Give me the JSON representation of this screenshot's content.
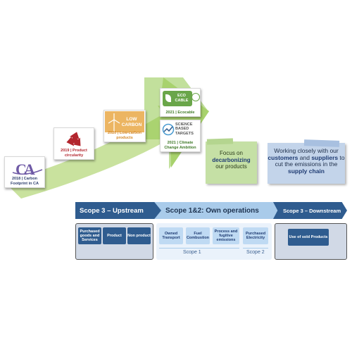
{
  "colors": {
    "arrow_green": "#c9e29e",
    "arrow_bright": "#8fc74b",
    "dark_blue": "#2f5c8f",
    "light_blue": "#a9cbea",
    "ecocable_green": "#6aa64a",
    "circularity_red": "#b3262e",
    "lowcarbon_orange": "#e9a947",
    "ca_purple": "#6f5aa6"
  },
  "milestones": [
    {
      "year": "2018",
      "text": "Carbon Footprint in CA",
      "logo": "ca-logo"
    },
    {
      "year": "2019",
      "text": "Product circularity",
      "logo": "recycle-icon"
    },
    {
      "year": "2020",
      "text": "Low-carbon products",
      "logo": "low-carbon-logo",
      "logo_text": "LOW CARBON"
    },
    {
      "year": "2021",
      "text": "Ecocable",
      "logo": "ecocable-logo",
      "logo_text": "ECO CABLE"
    },
    {
      "year": "2021",
      "text": "Climate Change Ambition",
      "logo": "sbt-logo",
      "logo_text": "SCIENCE BASED TARGETS"
    }
  ],
  "notes": {
    "green": {
      "pre": "Focus on",
      "bold": "decarbonizing",
      "post": "our products"
    },
    "blue": {
      "t1": "Working closely with our ",
      "b1": "customers",
      "t2": " and ",
      "b2": "suppliers",
      "t3": " to cut the emissions in the ",
      "b3": "supply chain"
    }
  },
  "scopes": {
    "upstream": {
      "title": "Scope 3 – Upstream",
      "items": [
        "Purchased goods and Services",
        "Product",
        "Non product"
      ]
    },
    "own": {
      "title": "Scope 1&2: Own operations",
      "items": [
        "Owned Transport",
        "Fuel Combustion",
        "Process and fugitive emissions",
        "Purchased Electricity"
      ],
      "scope1": "Scope 1",
      "scope2": "Scope 2"
    },
    "downstream": {
      "title": "Scope 3 – Downstream",
      "items": [
        "Use of sold Products"
      ]
    }
  }
}
